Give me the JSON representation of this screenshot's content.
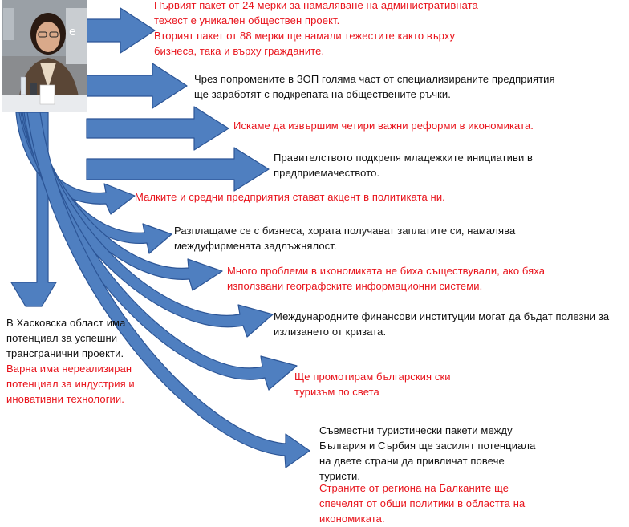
{
  "colors": {
    "arrow_fill": "#4f7fc0",
    "arrow_stroke": "#2c5596",
    "red_text": "#e8131b",
    "black_text": "#111111"
  },
  "photo": {
    "name": "portrait-photo"
  },
  "statements": [
    {
      "id": "s1",
      "color": "red",
      "lines": [
        "Първият пакет от 24 мерки за намаляване на административната",
        "тежест е уникален обществен проект.",
        "Вторият пакет от 88 мерки ще намали тежестите както върху",
        "бизнеса, така и върху гражданите."
      ]
    },
    {
      "id": "s2",
      "color": "black",
      "lines": [
        "Чрез попромените в ЗОП голяма част от специализираните  предприятия",
        "ще заработят с подкрепата на обществените ръчки."
      ]
    },
    {
      "id": "s3",
      "color": "red",
      "lines": [
        "Искаме да извършим четири важни реформи в икономиката."
      ]
    },
    {
      "id": "s4",
      "color": "black",
      "lines": [
        "Правителството подкрепя младежките инициативи в",
        "предприемачеството."
      ]
    },
    {
      "id": "s5",
      "color": "red",
      "lines": [
        "Малките и средни предприятия стават акцент в политиката ни."
      ]
    },
    {
      "id": "s6",
      "color": "black",
      "lines": [
        "Разплащаме се с бизнеса, хората получават заплатите си, намалява",
        "междуфирмената задлъжнялост."
      ]
    },
    {
      "id": "s7",
      "color": "red",
      "lines": [
        "Много проблеми в икономиката не биха съществували, ако бяха",
        "използвани географските информационни системи."
      ]
    },
    {
      "id": "s8",
      "color": "black",
      "lines": [
        "Международните финансови институции могат да бъдат полезни за",
        "излизането от кризата."
      ]
    },
    {
      "id": "s9",
      "color": "red",
      "lines": [
        "Ще промотирам българския  ски",
        "туризъм по света"
      ]
    },
    {
      "id": "s10",
      "color": "black",
      "lines": [
        "Съвместни туристически пакети между",
        "България и Сърбия ще засилят  потенциала",
        "на двете страни да привличат повече",
        "туристи."
      ]
    },
    {
      "id": "s10b",
      "color": "red",
      "lines": [
        "Страните от региона на Балканите ще",
        "спечелят от общи политики в областта на",
        "икономиката."
      ]
    },
    {
      "id": "s11",
      "color": "black",
      "lines": [
        "В Хасковска област има",
        "потенциал за успешни",
        "трансгранични проекти."
      ]
    },
    {
      "id": "s11b",
      "color": "red",
      "lines": [
        "Варна има нереализиран",
        "потенциал за индустрия и",
        "иновативни технологии."
      ]
    }
  ]
}
